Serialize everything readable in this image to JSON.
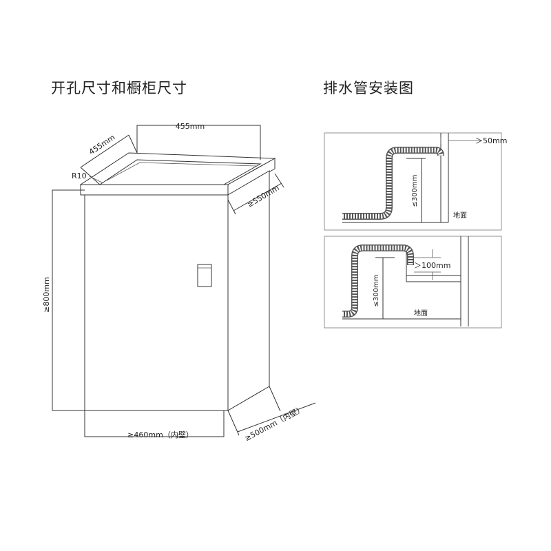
{
  "headings": {
    "cabinet": "开孔尺寸和橱柜尺寸",
    "drain": "排水管安装图"
  },
  "cabinet_dims": {
    "top_width": "455mm",
    "top_depth": "455mm",
    "corner_radius": "R10",
    "outer_depth": "≥550mm",
    "height": "≥800mm",
    "inner_width": "≥460mm（内壁）",
    "inner_depth": "≥500mm（内壁）"
  },
  "drain_top": {
    "gap": "＞50mm",
    "height": "≤300mm",
    "floor": "地面"
  },
  "drain_bottom": {
    "gap": "＞100mm",
    "height": "≤300mm",
    "floor": "地面"
  }
}
